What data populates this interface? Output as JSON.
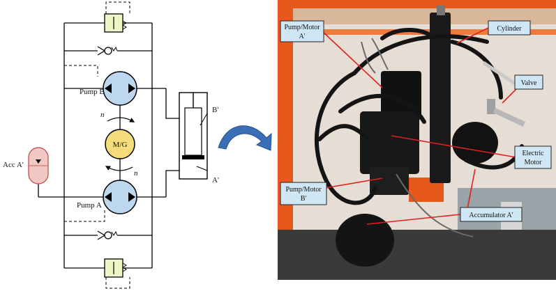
{
  "schematic": {
    "labels": {
      "pump_b": "Pump B",
      "pump_a": "Pump A",
      "mg": "M/G",
      "n_top": "n",
      "n_bottom": "n",
      "acc": "Acc A'",
      "b_prime": "B'",
      "a_prime": "A'"
    },
    "colors": {
      "line": "#000000",
      "pump_fill": "#bcd7ee",
      "mg_fill": "#f5dc7a",
      "acc_fill": "#f2c8c4",
      "acc_stroke": "#c45b5b",
      "arrow_fill": "#3a6fb8"
    }
  },
  "photo": {
    "labels": {
      "pump_motor_a": [
        "Pump/Motor",
        "A'"
      ],
      "cylinder": "Cylinder",
      "valve": "Valve",
      "electric_motor": [
        "Electric",
        "Motor"
      ],
      "pump_motor_b": [
        "Pump/Motor",
        "B'"
      ],
      "accumulator": "Accumulator A'"
    },
    "colors": {
      "callout_fill": "#cfe7f5",
      "callout_stroke": "#222222",
      "pointer": "#e02020",
      "frame": "#e8581c",
      "wall": "#e6ddd4"
    }
  }
}
